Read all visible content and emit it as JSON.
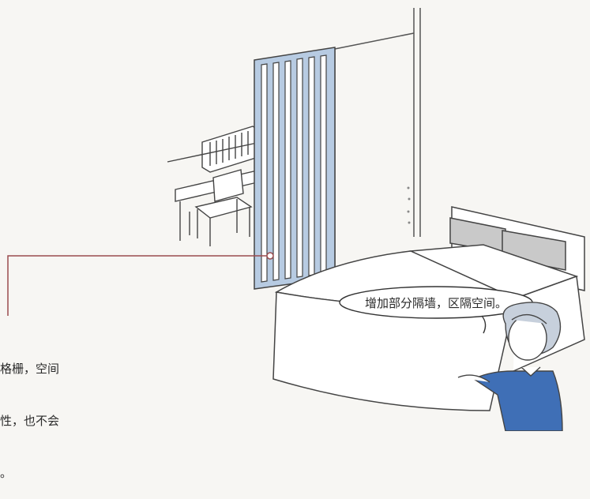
{
  "callout": {
    "lines": [
      "格栅，空间",
      "性，也不会",
      "。"
    ]
  },
  "speech_bubble": {
    "text": "增加部分隔墙，区隔空间。"
  },
  "colors": {
    "partition_slat": "#b7cbe2",
    "pointer_line": "#9a4b4e",
    "shirt": "#3f6fb6",
    "hair": "#c7d0dc",
    "bed_cover": "#ffffff",
    "pillow": "#c9c9c9"
  }
}
